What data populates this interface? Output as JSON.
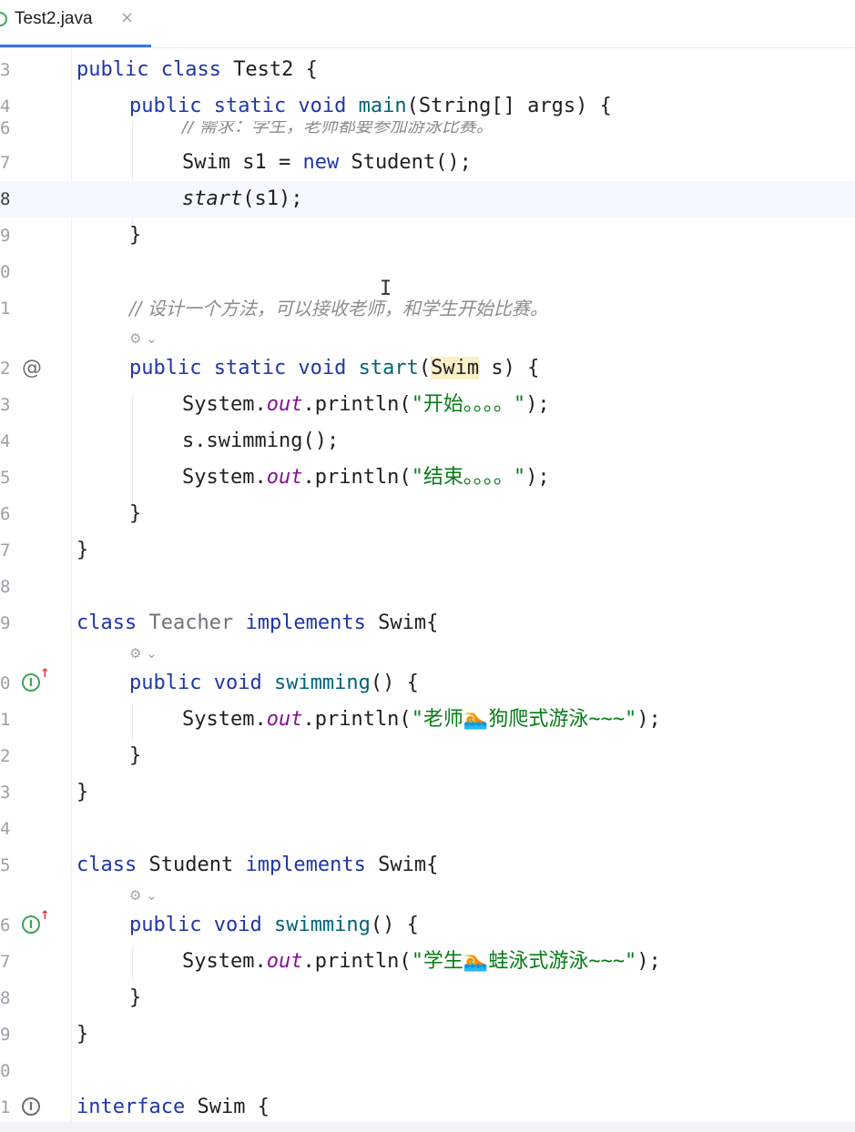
{
  "tab": {
    "label": "Test2.java",
    "close": "×"
  },
  "lines": {
    "l3": {
      "num": "3",
      "a": "public class ",
      "b": "Test2 {"
    },
    "l4": {
      "num": "4",
      "a": "public static void ",
      "b": "main",
      "c": "(String[] args) {"
    },
    "l6": {
      "num": "6",
      "cmt": "// 需求：学生，老师都要参加游泳比赛。"
    },
    "l7": {
      "num": "7",
      "a": "Swim s1 = ",
      "b": "new",
      "c": " Student();"
    },
    "l8": {
      "num": "8",
      "a": "start",
      "b": "(s1);"
    },
    "l9": {
      "num": "9",
      "a": "}"
    },
    "l10": {
      "num": "0"
    },
    "l11": {
      "num": "1",
      "cmt": "// 设计一个方法，可以接收老师，和学生开始比赛。"
    },
    "l12": {
      "num": "2",
      "icon": "@",
      "a": "public static void ",
      "b": "start",
      "c": "(",
      "d": "Swim",
      "e": " s) {"
    },
    "l13": {
      "num": "3",
      "a": "System.",
      "b": "out",
      "c": ".println(",
      "d": "\"开始。。。。\"",
      "e": ");"
    },
    "l14": {
      "num": "4",
      "a": "s.swimming();"
    },
    "l15": {
      "num": "5",
      "a": "System.",
      "b": "out",
      "c": ".println(",
      "d": "\"结束。。。。\"",
      "e": ");"
    },
    "l16": {
      "num": "6",
      "a": "}"
    },
    "l17": {
      "num": "7",
      "a": "}"
    },
    "l18": {
      "num": "8"
    },
    "l19": {
      "num": "9",
      "a": "class ",
      "b": "Teacher",
      "c": " implements ",
      "d": "Swim{"
    },
    "l20": {
      "num": "0",
      "a": "public void ",
      "b": "swimming",
      "c": "() {"
    },
    "l21": {
      "num": "1",
      "a": "System.",
      "b": "out",
      "c": ".println(",
      "d": "\"老师🏊狗爬式游泳~~~\"",
      "e": ");"
    },
    "l22": {
      "num": "2",
      "a": "}"
    },
    "l23": {
      "num": "3",
      "a": "}"
    },
    "l24": {
      "num": "4"
    },
    "l25": {
      "num": "5",
      "a": "class ",
      "b": "Student",
      "c": " implements ",
      "d": "Swim{"
    },
    "l26": {
      "num": "6",
      "a": "public void ",
      "b": "swimming",
      "c": "() {"
    },
    "l27": {
      "num": "7",
      "a": "System.",
      "b": "out",
      "c": ".println(",
      "d": "\"学生🏊蛙泳式游泳~~~\"",
      "e": ");"
    },
    "l28": {
      "num": "8",
      "a": "}"
    },
    "l29": {
      "num": "9",
      "a": "}"
    },
    "l30": {
      "num": "0"
    },
    "l31": {
      "num": "1",
      "a": "interface ",
      "b": "Swim {"
    }
  },
  "hints": {
    "author": "⚙ ⌄"
  },
  "gutter_icons": {
    "impl_letter": "I",
    "override_arrow": "↑",
    "at": "@"
  },
  "colors": {
    "keyword": "#1f36a8",
    "string": "#067d17",
    "field": "#871094",
    "function": "#00627a",
    "comment": "#8c8c8c"
  }
}
